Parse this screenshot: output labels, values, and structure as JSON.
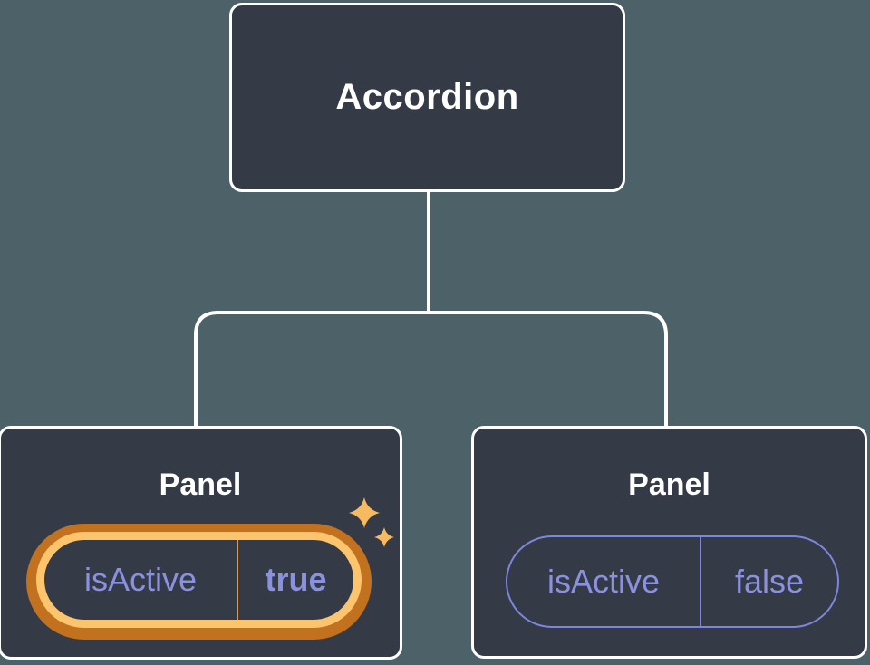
{
  "diagram": {
    "root": {
      "label": "Accordion"
    },
    "panels": [
      {
        "label": "Panel",
        "prop_name": "isActive",
        "prop_value": "true",
        "highlighted": true
      },
      {
        "label": "Panel",
        "prop_name": "isActive",
        "prop_value": "false",
        "highlighted": false
      }
    ]
  },
  "icons": {
    "sparkles": "sparkles-icon"
  },
  "colors": {
    "background": "#4c6268",
    "node_fill": "#343a46",
    "node_border": "#ffffff",
    "connector_line": "#ffffff",
    "label_text": "#ffffff",
    "prop_text": "#8a91e0",
    "inactive_pill_border": "#7d86de",
    "highlight_border_inner": "#fcc46d",
    "highlight_border_outer": "#c2711e",
    "highlight_divider": "#dd9b46",
    "sparkle": "#f6bb61"
  }
}
